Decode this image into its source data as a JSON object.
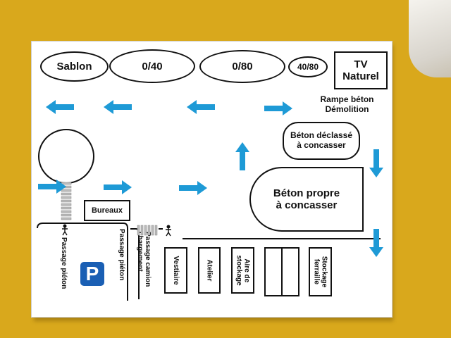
{
  "sign": {
    "zones": {
      "sablon": "Sablon",
      "z040": "0/40",
      "z080": "0/80",
      "z4080": "40/80",
      "tv_naturel": "TV\nNaturel",
      "rampe": "Rampe béton\nDémolition",
      "beton_declasse": "Béton déclassé\nà concasser",
      "beton_propre": "Béton propre\nà concasser",
      "bureaux": "Bureaux",
      "passage_pieton_1": "Passage piéton",
      "passage_pieton_2": "Passage piéton",
      "passage_camion": "Passage camion\nchargement",
      "vestiaire": "Vestiaire",
      "atelier": "Atelier",
      "aire_stockage": "Aire de\nstockage",
      "stockage_ferraille": "Stockage\nferraille",
      "parking": "P"
    },
    "colors": {
      "arrow": "#1e9ad6",
      "parking": "#1a5fb4",
      "line": "#111111",
      "board": "#ffffff",
      "background": "#d9a81c"
    },
    "icons": {
      "arrow": "arrow-icon",
      "crosswalk": "crosswalk-icon",
      "pedestrian": "pedestrian-icon",
      "parking": "parking-icon"
    }
  }
}
